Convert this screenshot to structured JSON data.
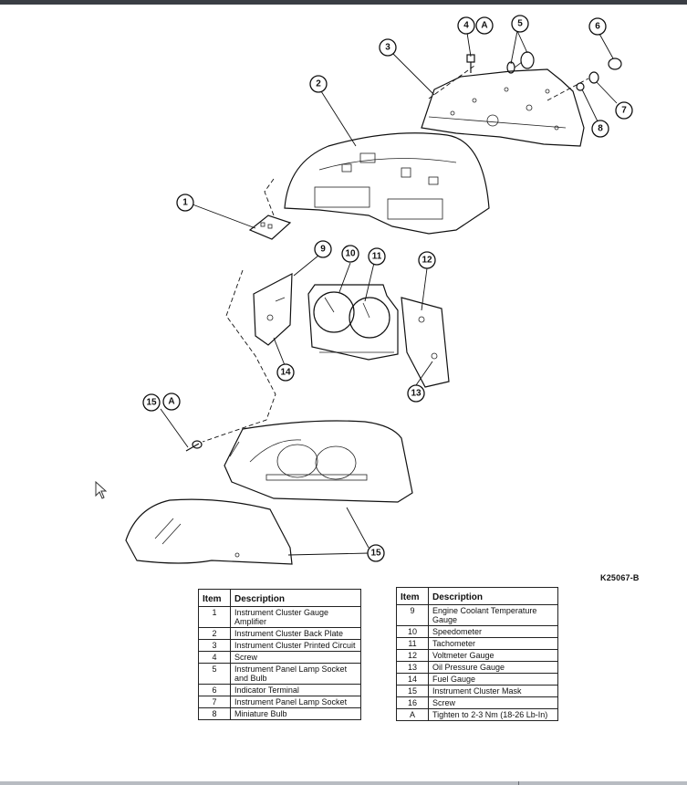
{
  "figure_id": "K25067-B",
  "callouts": {
    "c1": "1",
    "c2": "2",
    "c3": "3",
    "c4": "4",
    "c5": "5",
    "c6": "6",
    "c7": "7",
    "c8": "8",
    "c9": "9",
    "c10": "10",
    "c11": "11",
    "c12": "12",
    "c13": "13",
    "c14": "14",
    "c15a": "15",
    "c15b": "15",
    "cA1": "A",
    "cA2": "A"
  },
  "legend_left": {
    "headers": [
      "Item",
      "Description"
    ],
    "rows": [
      {
        "item": "1",
        "description": "Instrument Cluster Gauge Amplifier"
      },
      {
        "item": "2",
        "description": "Instrument Cluster Back Plate"
      },
      {
        "item": "3",
        "description": "Instrument Cluster Printed Circuit"
      },
      {
        "item": "4",
        "description": "Screw"
      },
      {
        "item": "5",
        "description": "Instrument Panel Lamp Socket and Bulb"
      },
      {
        "item": "6",
        "description": "Indicator Terminal"
      },
      {
        "item": "7",
        "description": "Instrument Panel Lamp Socket"
      },
      {
        "item": "8",
        "description": "Miniature Bulb"
      }
    ]
  },
  "legend_right": {
    "headers": [
      "Item",
      "Description"
    ],
    "rows": [
      {
        "item": "9",
        "description": "Engine Coolant Temperature Gauge"
      },
      {
        "item": "10",
        "description": "Speedometer"
      },
      {
        "item": "11",
        "description": "Tachometer"
      },
      {
        "item": "12",
        "description": "Voltmeter Gauge"
      },
      {
        "item": "13",
        "description": "Oil Pressure Gauge"
      },
      {
        "item": "14",
        "description": "Fuel Gauge"
      },
      {
        "item": "15",
        "description": "Instrument Cluster Mask"
      },
      {
        "item": "16",
        "description": "Screw"
      },
      {
        "item": "A",
        "description": "Tighten to 2-3 Nm (18-26 Lb-In)"
      }
    ]
  }
}
